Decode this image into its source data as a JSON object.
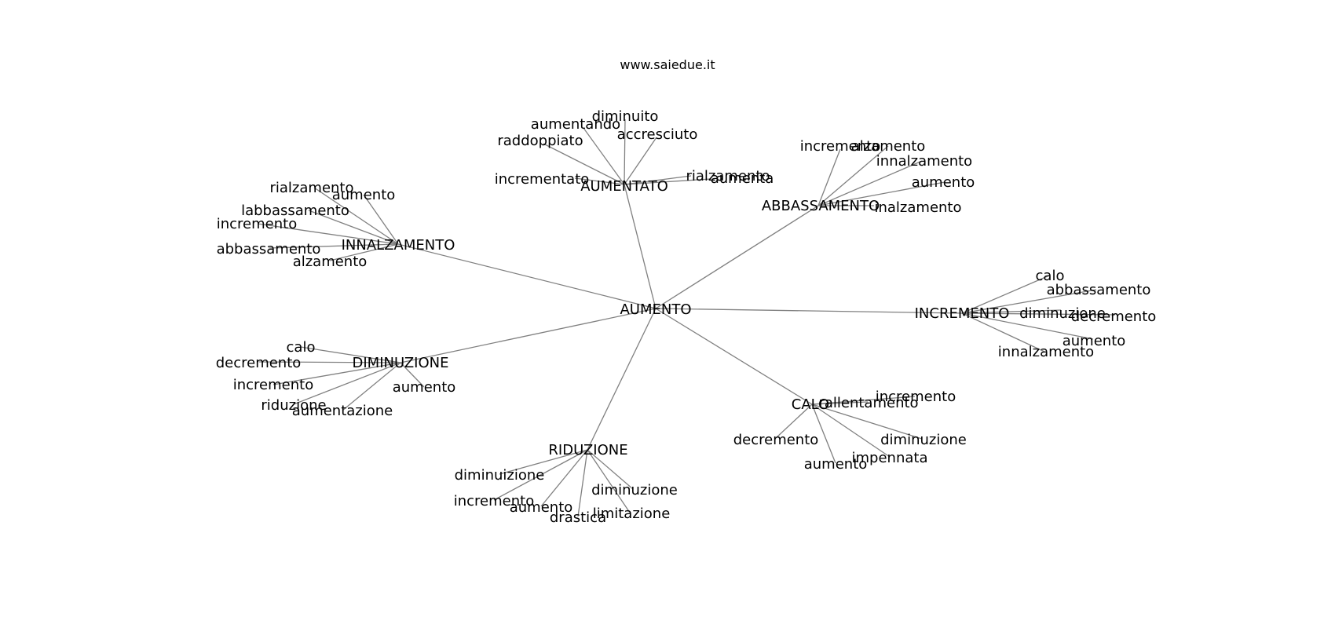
{
  "source_label": "www.saiedue.it",
  "colors": {
    "edge": "#808080",
    "text": "#000000",
    "background": "#ffffff"
  },
  "root": {
    "label": "AUMENTO"
  },
  "clusters": [
    {
      "id": "aumentato",
      "label": "AUMENTATO",
      "leaves": [
        "diminuito",
        "aumentando",
        "accresciuto",
        "raddoppiato",
        "incrementato",
        "rialzamento",
        "aumenta"
      ]
    },
    {
      "id": "abbassamento",
      "label": "ABBASSAMENTO",
      "leaves": [
        "incremento",
        "alzamento",
        "innalzamento",
        "aumento",
        "inalzamento"
      ]
    },
    {
      "id": "innalzamento",
      "label": "INNALZAMENTO",
      "leaves": [
        "rialzamento",
        "aumento",
        "labbassamento",
        "incremento",
        "abbassamento",
        "alzamento"
      ]
    },
    {
      "id": "incremento",
      "label": "INCREMENTO",
      "leaves": [
        "calo",
        "abbassamento",
        "diminuzione",
        "decremento",
        "aumento",
        "innalzamento"
      ]
    },
    {
      "id": "diminuzione",
      "label": "DIMINUZIONE",
      "leaves": [
        "calo",
        "decremento",
        "incremento",
        "aumento",
        "riduzione",
        "aumentazione"
      ]
    },
    {
      "id": "calo",
      "label": "CALO",
      "leaves": [
        "rallentamento",
        "incremento",
        "decremento",
        "diminuzione",
        "impennata",
        "aumento"
      ]
    },
    {
      "id": "riduzione",
      "label": "RIDUZIONE",
      "leaves": [
        "diminuizione",
        "diminuzione",
        "incremento",
        "aumento",
        "limitazione",
        "drastica"
      ]
    }
  ]
}
